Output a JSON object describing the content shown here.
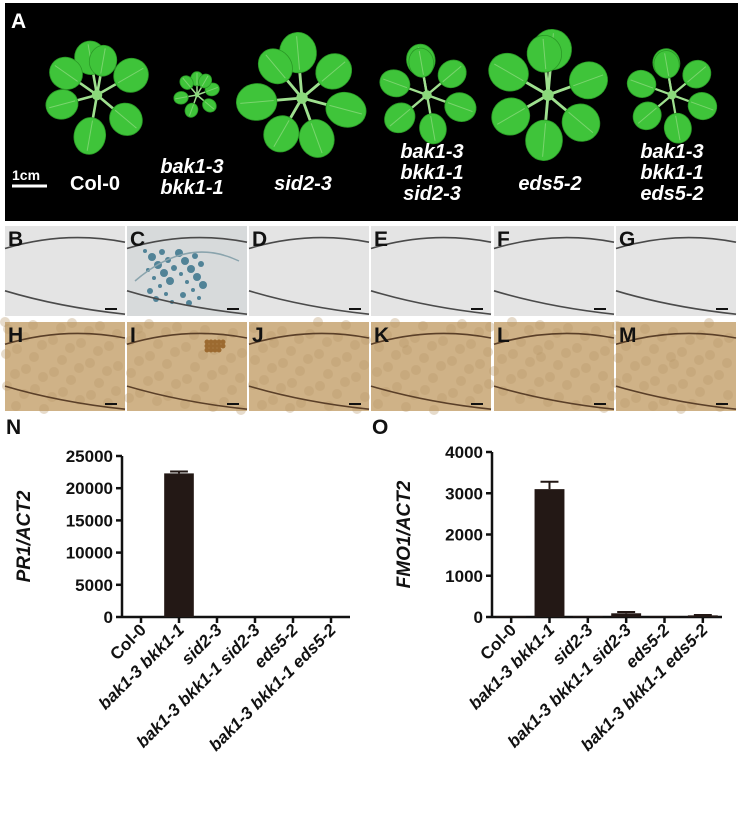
{
  "panel_a": {
    "letter": "A",
    "scale_label": "1cm",
    "plants": [
      {
        "lines": [
          "Col-0"
        ],
        "italic": false
      },
      {
        "lines": [
          "bak1-3",
          "bkk1-1"
        ],
        "italic": true
      },
      {
        "lines": [
          "sid2-3"
        ],
        "italic": true
      },
      {
        "lines": [
          "bak1-3",
          "bkk1-1",
          "sid2-3"
        ],
        "italic": true
      },
      {
        "lines": [
          "eds5-2"
        ],
        "italic": true
      },
      {
        "lines": [
          "bak1-3",
          "bkk1-1",
          "eds5-2"
        ],
        "italic": true
      }
    ]
  },
  "micrograph_rows": [
    {
      "letters": [
        "B",
        "C",
        "D",
        "E",
        "F",
        "G"
      ],
      "style": "stain",
      "highlight_index": 1
    },
    {
      "letters": [
        "H",
        "I",
        "J",
        "K",
        "L",
        "M"
      ],
      "style": "dab",
      "highlight_index": 1
    }
  ],
  "colors": {
    "bar": "#231815",
    "stain_bg": "#e4e4e4",
    "stain_spot": "#2f6d86",
    "dab_bg": "#cfb287",
    "leaf": "#3fc43a"
  },
  "chart_data": [
    {
      "panel": "N",
      "type": "bar",
      "ylabel": "PR1/ACT2",
      "categories": [
        "Col-0",
        "bak1-3 bkk1-1",
        "sid2-3",
        "bak1-3 bkk1-1 sid2-3",
        "eds5-2",
        "bak1-3 bkk1-1 eds5-2"
      ],
      "values": [
        0,
        22300,
        0,
        0,
        0,
        0
      ],
      "errors": [
        0,
        300,
        0,
        0,
        0,
        0
      ],
      "ylim": [
        0,
        25000
      ],
      "yticks": [
        "0",
        "5000",
        "10000",
        "15000",
        "20000",
        "25000"
      ]
    },
    {
      "panel": "O",
      "type": "bar",
      "ylabel": "FMO1/ACT2",
      "categories": [
        "Col-0",
        "bak1-3 bkk1-1",
        "sid2-3",
        "bak1-3 bkk1-1 sid2-3",
        "eds5-2",
        "bak1-3 bkk1-1 eds5-2"
      ],
      "values": [
        20,
        3100,
        20,
        90,
        15,
        40
      ],
      "errors": [
        0,
        180,
        0,
        30,
        0,
        10
      ],
      "ylim": [
        0,
        4000
      ],
      "yticks": [
        "0",
        "1000",
        "2000",
        "3000",
        "4000"
      ]
    }
  ]
}
